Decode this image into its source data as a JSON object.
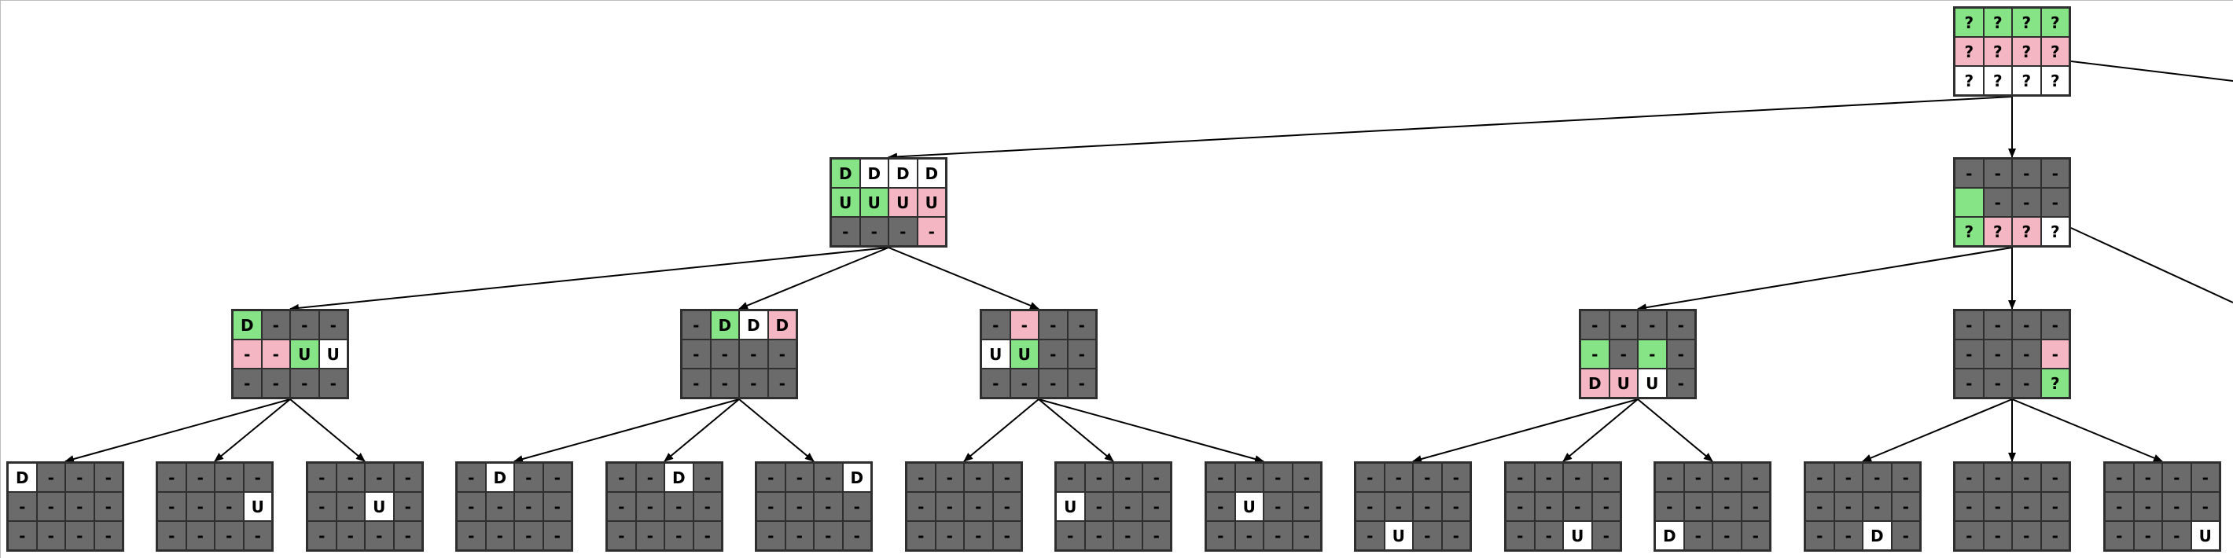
{
  "colors": {
    "gray": "#6b6b6b",
    "white": "#ffffff",
    "pink": "#f4b6c2",
    "green": "#86e386",
    "border": "#2f2f2f",
    "edge": "#000000"
  },
  "nodes": [
    {
      "id": "root",
      "cells": [
        [
          "g",
          "?"
        ],
        [
          "g",
          "?"
        ],
        [
          "g",
          "?"
        ],
        [
          "g",
          "?"
        ],
        [
          "p",
          "?"
        ],
        [
          "p",
          "?"
        ],
        [
          "p",
          "?"
        ],
        [
          "p",
          "?"
        ],
        [
          "w",
          "?"
        ],
        [
          "w",
          "?"
        ],
        [
          "w",
          "?"
        ],
        [
          "w",
          "?"
        ]
      ]
    },
    {
      "id": "n1",
      "cells": [
        [
          "g",
          "D"
        ],
        [
          "w",
          "D"
        ],
        [
          "w",
          "D"
        ],
        [
          "w",
          "D"
        ],
        [
          "g",
          "U"
        ],
        [
          "g",
          "U"
        ],
        [
          "p",
          "U"
        ],
        [
          "p",
          "U"
        ],
        [
          "k",
          "-"
        ],
        [
          "k",
          "-"
        ],
        [
          "k",
          "-"
        ],
        [
          "p",
          "-"
        ]
      ]
    },
    {
      "id": "n2",
      "cells": [
        [
          "k",
          "-"
        ],
        [
          "k",
          "-"
        ],
        [
          "k",
          "-"
        ],
        [
          "k",
          "-"
        ],
        [
          "g",
          ""
        ],
        [
          "k",
          "-"
        ],
        [
          "k",
          "-"
        ],
        [
          "k",
          "-"
        ],
        [
          "g",
          "?"
        ],
        [
          "p",
          "?"
        ],
        [
          "p",
          "?"
        ],
        [
          "w",
          "?"
        ]
      ]
    },
    {
      "id": "n3",
      "cells": [
        [
          "g",
          "D"
        ],
        [
          "k",
          "-"
        ],
        [
          "k",
          "-"
        ],
        [
          "k",
          "-"
        ],
        [
          "p",
          "-"
        ],
        [
          "p",
          "-"
        ],
        [
          "g",
          "U"
        ],
        [
          "w",
          "U"
        ],
        [
          "k",
          "-"
        ],
        [
          "k",
          "-"
        ],
        [
          "k",
          "-"
        ],
        [
          "k",
          "-"
        ]
      ]
    },
    {
      "id": "n4",
      "cells": [
        [
          "k",
          "-"
        ],
        [
          "g",
          "D"
        ],
        [
          "w",
          "D"
        ],
        [
          "p",
          "D"
        ],
        [
          "k",
          "-"
        ],
        [
          "k",
          "-"
        ],
        [
          "k",
          "-"
        ],
        [
          "k",
          "-"
        ],
        [
          "k",
          "-"
        ],
        [
          "k",
          "-"
        ],
        [
          "k",
          "-"
        ],
        [
          "k",
          "-"
        ]
      ]
    },
    {
      "id": "n5",
      "cells": [
        [
          "k",
          "-"
        ],
        [
          "p",
          "-"
        ],
        [
          "k",
          "-"
        ],
        [
          "k",
          "-"
        ],
        [
          "w",
          "U"
        ],
        [
          "g",
          "U"
        ],
        [
          "k",
          "-"
        ],
        [
          "k",
          "-"
        ],
        [
          "k",
          "-"
        ],
        [
          "k",
          "-"
        ],
        [
          "k",
          "-"
        ],
        [
          "k",
          "-"
        ]
      ]
    },
    {
      "id": "n6",
      "cells": [
        [
          "k",
          "-"
        ],
        [
          "k",
          "-"
        ],
        [
          "k",
          "-"
        ],
        [
          "k",
          "-"
        ],
        [
          "g",
          "-"
        ],
        [
          "k",
          "-"
        ],
        [
          "g",
          "-"
        ],
        [
          "k",
          "-"
        ],
        [
          "p",
          "D"
        ],
        [
          "p",
          "U"
        ],
        [
          "w",
          "U"
        ],
        [
          "k",
          "-"
        ]
      ]
    },
    {
      "id": "n7",
      "cells": [
        [
          "k",
          "-"
        ],
        [
          "k",
          "-"
        ],
        [
          "k",
          "-"
        ],
        [
          "k",
          "-"
        ],
        [
          "k",
          "-"
        ],
        [
          "k",
          "-"
        ],
        [
          "k",
          "-"
        ],
        [
          "p",
          "-"
        ],
        [
          "k",
          "-"
        ],
        [
          "k",
          "-"
        ],
        [
          "k",
          "-"
        ],
        [
          "g",
          "?"
        ]
      ]
    },
    {
      "id": "l1",
      "cells": [
        [
          "w",
          "D"
        ],
        [
          "k",
          "-"
        ],
        [
          "k",
          "-"
        ],
        [
          "k",
          "-"
        ],
        [
          "k",
          "-"
        ],
        [
          "k",
          "-"
        ],
        [
          "k",
          "-"
        ],
        [
          "k",
          "-"
        ],
        [
          "k",
          "-"
        ],
        [
          "k",
          "-"
        ],
        [
          "k",
          "-"
        ],
        [
          "k",
          "-"
        ]
      ]
    },
    {
      "id": "l2",
      "cells": [
        [
          "k",
          "-"
        ],
        [
          "k",
          "-"
        ],
        [
          "k",
          "-"
        ],
        [
          "k",
          "-"
        ],
        [
          "k",
          "-"
        ],
        [
          "k",
          "-"
        ],
        [
          "k",
          "-"
        ],
        [
          "w",
          "U"
        ],
        [
          "k",
          "-"
        ],
        [
          "k",
          "-"
        ],
        [
          "k",
          "-"
        ],
        [
          "k",
          "-"
        ]
      ]
    },
    {
      "id": "l3",
      "cells": [
        [
          "k",
          "-"
        ],
        [
          "k",
          "-"
        ],
        [
          "k",
          "-"
        ],
        [
          "k",
          "-"
        ],
        [
          "k",
          "-"
        ],
        [
          "k",
          "-"
        ],
        [
          "w",
          "U"
        ],
        [
          "k",
          "-"
        ],
        [
          "k",
          "-"
        ],
        [
          "k",
          "-"
        ],
        [
          "k",
          "-"
        ],
        [
          "k",
          "-"
        ]
      ]
    },
    {
      "id": "l4",
      "cells": [
        [
          "k",
          "-"
        ],
        [
          "w",
          "D"
        ],
        [
          "k",
          "-"
        ],
        [
          "k",
          "-"
        ],
        [
          "k",
          "-"
        ],
        [
          "k",
          "-"
        ],
        [
          "k",
          "-"
        ],
        [
          "k",
          "-"
        ],
        [
          "k",
          "-"
        ],
        [
          "k",
          "-"
        ],
        [
          "k",
          "-"
        ],
        [
          "k",
          "-"
        ]
      ]
    },
    {
      "id": "l5",
      "cells": [
        [
          "k",
          "-"
        ],
        [
          "k",
          "-"
        ],
        [
          "w",
          "D"
        ],
        [
          "k",
          "-"
        ],
        [
          "k",
          "-"
        ],
        [
          "k",
          "-"
        ],
        [
          "k",
          "-"
        ],
        [
          "k",
          "-"
        ],
        [
          "k",
          "-"
        ],
        [
          "k",
          "-"
        ],
        [
          "k",
          "-"
        ],
        [
          "k",
          "-"
        ]
      ]
    },
    {
      "id": "l6",
      "cells": [
        [
          "k",
          "-"
        ],
        [
          "k",
          "-"
        ],
        [
          "k",
          "-"
        ],
        [
          "w",
          "D"
        ],
        [
          "k",
          "-"
        ],
        [
          "k",
          "-"
        ],
        [
          "k",
          "-"
        ],
        [
          "k",
          "-"
        ],
        [
          "k",
          "-"
        ],
        [
          "k",
          "-"
        ],
        [
          "k",
          "-"
        ],
        [
          "k",
          "-"
        ]
      ]
    },
    {
      "id": "l7",
      "cells": [
        [
          "k",
          "-"
        ],
        [
          "k",
          "-"
        ],
        [
          "k",
          "-"
        ],
        [
          "k",
          "-"
        ],
        [
          "k",
          "-"
        ],
        [
          "k",
          "-"
        ],
        [
          "k",
          "-"
        ],
        [
          "k",
          "-"
        ],
        [
          "k",
          "-"
        ],
        [
          "k",
          "-"
        ],
        [
          "k",
          "-"
        ],
        [
          "k",
          "-"
        ]
      ]
    },
    {
      "id": "l8",
      "cells": [
        [
          "k",
          "-"
        ],
        [
          "k",
          "-"
        ],
        [
          "k",
          "-"
        ],
        [
          "k",
          "-"
        ],
        [
          "w",
          "U"
        ],
        [
          "k",
          "-"
        ],
        [
          "k",
          "-"
        ],
        [
          "k",
          "-"
        ],
        [
          "k",
          "-"
        ],
        [
          "k",
          "-"
        ],
        [
          "k",
          "-"
        ],
        [
          "k",
          "-"
        ]
      ]
    },
    {
      "id": "l9",
      "cells": [
        [
          "k",
          "-"
        ],
        [
          "k",
          "-"
        ],
        [
          "k",
          "-"
        ],
        [
          "k",
          "-"
        ],
        [
          "k",
          "-"
        ],
        [
          "w",
          "U"
        ],
        [
          "k",
          "-"
        ],
        [
          "k",
          "-"
        ],
        [
          "k",
          "-"
        ],
        [
          "k",
          "-"
        ],
        [
          "k",
          "-"
        ],
        [
          "k",
          "-"
        ]
      ]
    },
    {
      "id": "l10",
      "cells": [
        [
          "k",
          "-"
        ],
        [
          "k",
          "-"
        ],
        [
          "k",
          "-"
        ],
        [
          "k",
          "-"
        ],
        [
          "k",
          "-"
        ],
        [
          "k",
          "-"
        ],
        [
          "k",
          "-"
        ],
        [
          "k",
          "-"
        ],
        [
          "k",
          "-"
        ],
        [
          "w",
          "U"
        ],
        [
          "k",
          "-"
        ],
        [
          "k",
          "-"
        ]
      ]
    },
    {
      "id": "l11",
      "cells": [
        [
          "k",
          "-"
        ],
        [
          "k",
          "-"
        ],
        [
          "k",
          "-"
        ],
        [
          "k",
          "-"
        ],
        [
          "k",
          "-"
        ],
        [
          "k",
          "-"
        ],
        [
          "k",
          "-"
        ],
        [
          "k",
          "-"
        ],
        [
          "k",
          "-"
        ],
        [
          "k",
          "-"
        ],
        [
          "w",
          "U"
        ],
        [
          "k",
          "-"
        ]
      ]
    },
    {
      "id": "l12",
      "cells": [
        [
          "k",
          "-"
        ],
        [
          "k",
          "-"
        ],
        [
          "k",
          "-"
        ],
        [
          "k",
          "-"
        ],
        [
          "k",
          "-"
        ],
        [
          "k",
          "-"
        ],
        [
          "k",
          "-"
        ],
        [
          "k",
          "-"
        ],
        [
          "w",
          "D"
        ],
        [
          "k",
          "-"
        ],
        [
          "k",
          "-"
        ],
        [
          "k",
          "-"
        ]
      ]
    },
    {
      "id": "l13",
      "cells": [
        [
          "k",
          "-"
        ],
        [
          "k",
          "-"
        ],
        [
          "k",
          "-"
        ],
        [
          "k",
          "-"
        ],
        [
          "k",
          "-"
        ],
        [
          "k",
          "-"
        ],
        [
          "k",
          "-"
        ],
        [
          "k",
          "-"
        ],
        [
          "k",
          "-"
        ],
        [
          "k",
          "-"
        ],
        [
          "w",
          "D"
        ],
        [
          "k",
          "-"
        ]
      ]
    },
    {
      "id": "l14",
      "cells": [
        [
          "k",
          "-"
        ],
        [
          "k",
          "-"
        ],
        [
          "k",
          "-"
        ],
        [
          "k",
          "-"
        ],
        [
          "k",
          "-"
        ],
        [
          "k",
          "-"
        ],
        [
          "k",
          "-"
        ],
        [
          "k",
          "-"
        ],
        [
          "k",
          "-"
        ],
        [
          "k",
          "-"
        ],
        [
          "k",
          "-"
        ],
        [
          "k",
          "-"
        ]
      ]
    },
    {
      "id": "l15",
      "cells": [
        [
          "k",
          "-"
        ],
        [
          "k",
          "-"
        ],
        [
          "k",
          "-"
        ],
        [
          "k",
          "-"
        ],
        [
          "k",
          "-"
        ],
        [
          "k",
          "-"
        ],
        [
          "k",
          "-"
        ],
        [
          "k",
          "-"
        ],
        [
          "k",
          "-"
        ],
        [
          "k",
          "-"
        ],
        [
          "k",
          "-"
        ],
        [
          "w",
          "U"
        ]
      ]
    }
  ],
  "edges": [
    [
      "root",
      "n1"
    ],
    [
      "root",
      "n2"
    ],
    [
      "n1",
      "n3"
    ],
    [
      "n1",
      "n4"
    ],
    [
      "n1",
      "n5"
    ],
    [
      "n2",
      "n6"
    ],
    [
      "n2",
      "n7"
    ],
    [
      "n3",
      "l1"
    ],
    [
      "n3",
      "l2"
    ],
    [
      "n3",
      "l3"
    ],
    [
      "n4",
      "l4"
    ],
    [
      "n4",
      "l5"
    ],
    [
      "n4",
      "l6"
    ],
    [
      "n5",
      "l7"
    ],
    [
      "n5",
      "l8"
    ],
    [
      "n5",
      "l9"
    ],
    [
      "n6",
      "l10"
    ],
    [
      "n6",
      "l11"
    ],
    [
      "n6",
      "l12"
    ],
    [
      "n7",
      "l13"
    ],
    [
      "n7",
      "l14"
    ],
    [
      "n7",
      "l15"
    ]
  ]
}
